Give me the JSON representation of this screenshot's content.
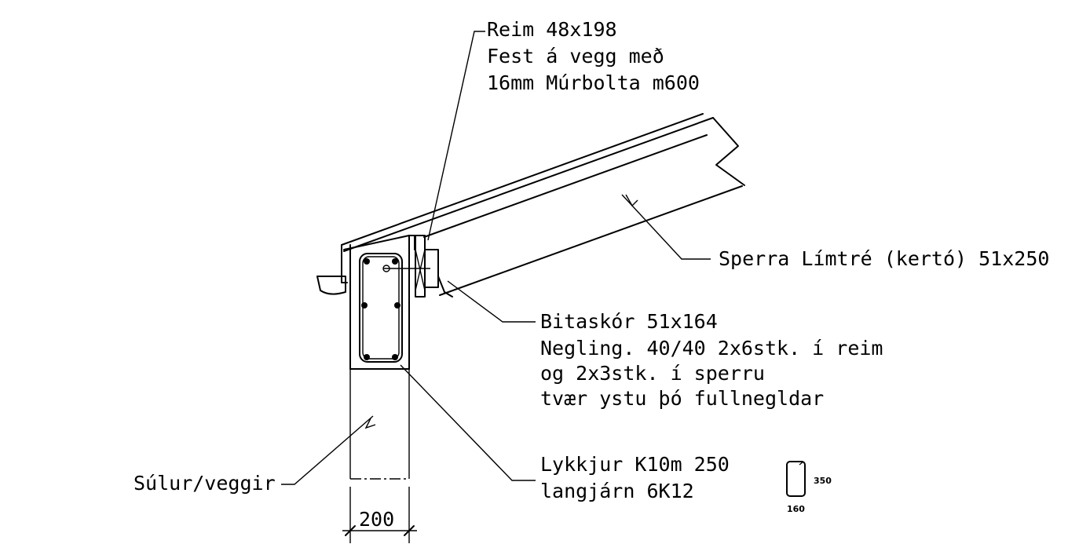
{
  "labels": {
    "reim": [
      "Reim 48x198",
      "Fest á vegg með",
      "16mm Múrbolta m600"
    ],
    "sperra": "Sperra Límtré (kertó) 51x250",
    "bitaskor": [
      "Bitaskór 51x164",
      "Negling. 40/40 2x6stk. í reim",
      "og 2x3stk. í sperru",
      "tvær ystu þó fullnegldar"
    ],
    "lykkjur": [
      "Lykkjur K10m 250",
      "langjárn 6K12"
    ],
    "sulur": "Súlur/veggir",
    "dimension": "200",
    "stirrup_height": "350",
    "stirrup_width": "160"
  }
}
